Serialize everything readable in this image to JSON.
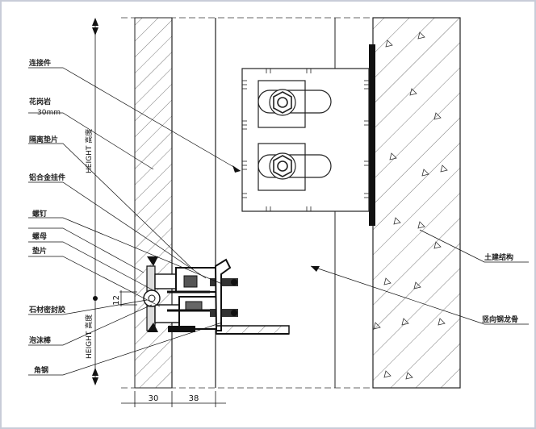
{
  "labels": {
    "connector": "连接件",
    "stone": "花岗岩",
    "stone_thickness": "30mm",
    "backing_pad": "隔离垫片",
    "alu_pendant": "铝合金挂件",
    "bolt": "螺钉",
    "nut": "螺母",
    "washer": "垫片",
    "sealant": "石材密封胶",
    "foam_rod": "泡沫棒",
    "angle_steel": "角钢",
    "structure": "土建结构",
    "embed_pipe": "竖向钢龙骨"
  },
  "dimensions": {
    "joint": "12",
    "left_width": "30",
    "right_width": "38",
    "height_top": "HEIGHT 高度",
    "height_bottom": "HEIGHT 高度"
  },
  "colors": {
    "line": "#1a1a1a",
    "hatch": "#444444",
    "frame": "#c8ccd8"
  }
}
